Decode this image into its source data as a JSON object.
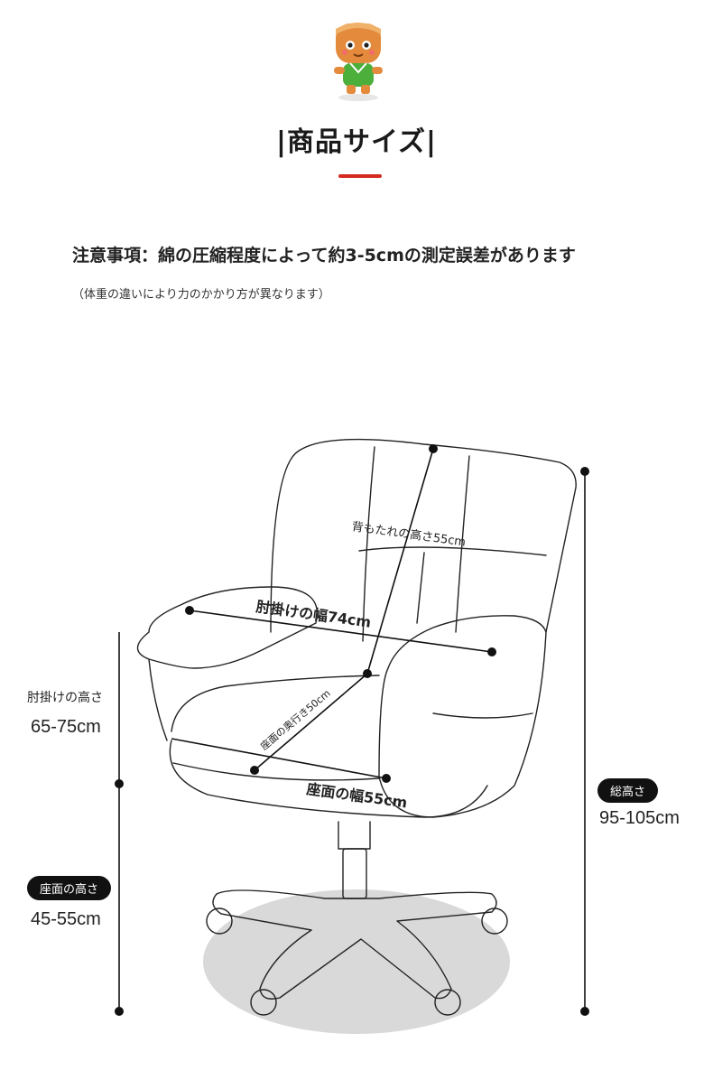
{
  "header": {
    "title": "|商品サイズ|"
  },
  "notice": {
    "main": "注意事項：綿の圧縮程度によって約3-5cmの測定誤差があります",
    "sub": "（体重の違いにより力のかかり方が異なります）"
  },
  "dimensions": {
    "backrest_height": "背もたれの高さ55cm",
    "armrest_width": "肘掛けの幅74cm",
    "seat_depth": "座面の奥行き50cm",
    "seat_width": "座面の幅55cm",
    "armrest_height_label": "肘掛けの高さ",
    "armrest_height_value": "65-75cm",
    "seat_height_label": "座面の高さ",
    "seat_height_value": "45-55cm",
    "total_height_label": "総高さ",
    "total_height_value": "95-105cm"
  },
  "colors": {
    "accent": "#d42a20",
    "line": "#222222",
    "floor_shadow": "#d9d9d9"
  }
}
